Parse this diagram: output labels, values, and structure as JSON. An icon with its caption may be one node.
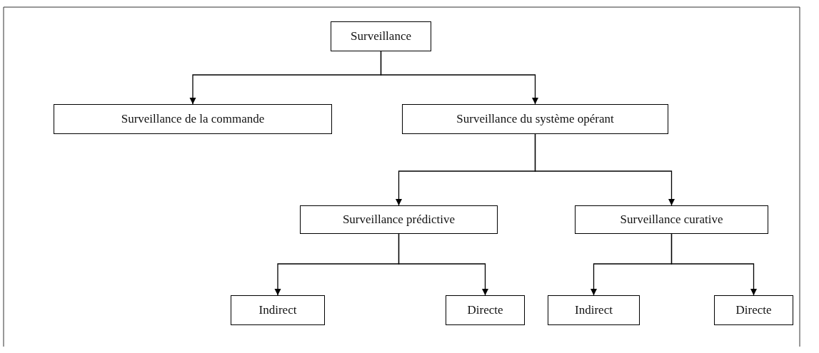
{
  "diagram": {
    "nodes": [
      {
        "text": [
          "Surveillance"
        ]
      },
      {
        "text": [
          "Surveillance de la commande"
        ]
      },
      {
        "text": [
          "Surveillance du système opérant"
        ]
      },
      {
        "text": [
          "Surveillance prédictive"
        ]
      },
      {
        "text": [
          "Surveillance curative"
        ]
      },
      {
        "text": [
          "Indirect"
        ]
      },
      {
        "text": [
          "Directe"
        ]
      },
      {
        "text": [
          "Indirect"
        ]
      },
      {
        "text": [
          "Directe"
        ]
      }
    ],
    "edges": [
      {
        "from": 0,
        "to": 1,
        "arrow": "to"
      },
      {
        "from": 0,
        "to": 2,
        "arrow": "to"
      },
      {
        "from": 2,
        "to": 3,
        "arrow": "to"
      },
      {
        "from": 2,
        "to": 4,
        "arrow": "to"
      },
      {
        "from": 3,
        "to": 5,
        "arrow": "to"
      },
      {
        "from": 3,
        "to": 6,
        "arrow": "to"
      },
      {
        "from": 4,
        "to": 7,
        "arrow": "to"
      },
      {
        "from": 4,
        "to": 8,
        "arrow": "to"
      }
    ]
  }
}
